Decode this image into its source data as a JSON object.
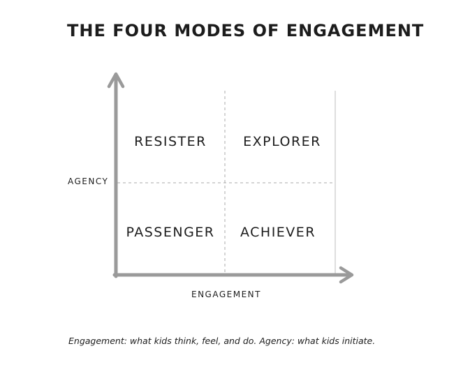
{
  "title": "THE FOUR MODES OF ENGAGEMENT",
  "quadrants": {
    "top_left": "RESISTER",
    "top_right": "EXPLORER",
    "bottom_left": "PASSENGER",
    "bottom_right": "ACHIEVER"
  },
  "axes": {
    "y_label": "AGENCY",
    "x_label": "ENGAGEMENT"
  },
  "caption": "Engagement: what kids think, feel, and do. Agency: what kids initiate."
}
